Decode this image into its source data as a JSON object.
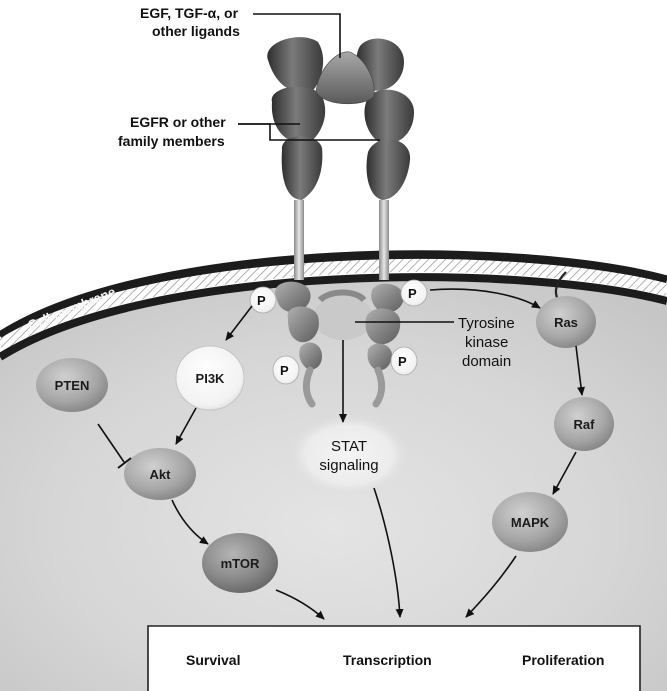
{
  "ligand_label_line1": "EGF, TGF-α, or",
  "ligand_label_line2": "other ligands",
  "receptor_label_line1": "EGFR or other",
  "receptor_label_line2": "family members",
  "membrane_label": "Cell membrane",
  "tk_label_line1": "Tyrosine",
  "tk_label_line2": "kinase",
  "tk_label_line3": "domain",
  "phospho": "P",
  "nodes": {
    "pten": "PTEN",
    "pi3k": "PI3K",
    "akt": "Akt",
    "mtor": "mTOR",
    "stat_line1": "STAT",
    "stat_line2": "signaling",
    "ras": "Ras",
    "raf": "Raf",
    "mapk": "MAPK"
  },
  "outcomes": {
    "survival": "Survival",
    "transcription": "Transcription",
    "proliferation": "Proliferation"
  }
}
